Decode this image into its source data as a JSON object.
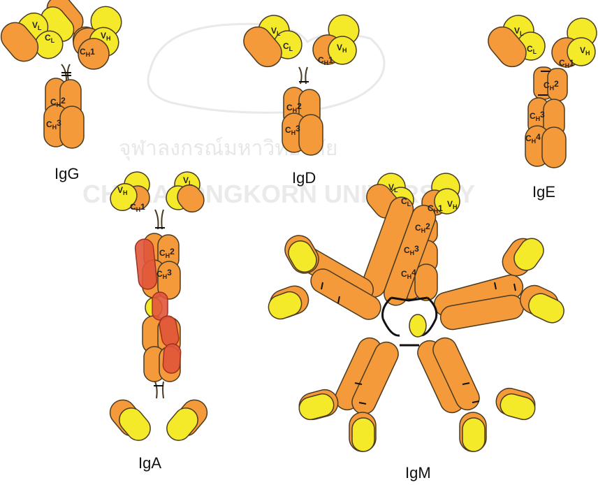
{
  "captions": {
    "igg": "IgG",
    "igd": "IgD",
    "ige": "IgE",
    "iga": "IgA",
    "igm": "IgM"
  },
  "watermark": {
    "thai": "จุฬาลงกรณ์มหาวิทยาลัย",
    "english": "CHULALONGKORN UNIVERSITY"
  },
  "domains": {
    "vl": "V",
    "vl_sub": "L",
    "cl": "C",
    "cl_sub": "L",
    "vh": "V",
    "vh_sub": "H",
    "ch": "C",
    "ch_sub": "H",
    "ch1_num": "1",
    "ch2_num": "2",
    "ch3_num": "3",
    "ch4_num": "4"
  },
  "colors": {
    "heavy": "#f59a3a",
    "light": "#f5ea2a",
    "secretory": "#e0553a",
    "outline": "#4a3a20",
    "watermark": "#d8d8d8"
  }
}
